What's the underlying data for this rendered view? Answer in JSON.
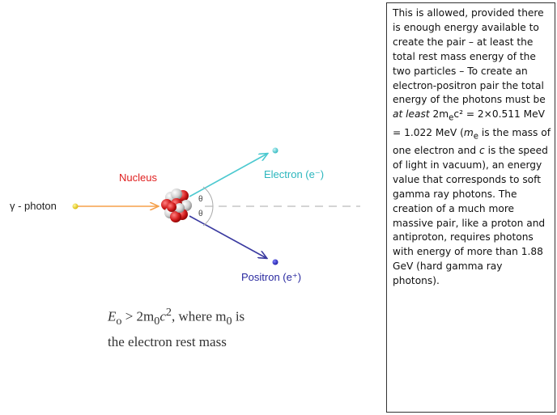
{
  "diagram": {
    "photon_label": "γ - photon",
    "nucleus_label": "Nucleus",
    "electron_label": "Electron (e⁻)",
    "positron_label": "Positron (e⁺)",
    "angle_label": "θ",
    "colors": {
      "photon": "#f5a04a",
      "photon_dot": "#e8d000",
      "electron": "#4cc9d0",
      "positron": "#3a3aa0",
      "nucleus_label": "#e02020",
      "electron_label": "#2bb6bd",
      "positron_label": "#2a2aa0",
      "proton": "#d21e1e",
      "neutron": "#d8d8d8"
    }
  },
  "formula": {
    "line1_lhs": "E",
    "line1_sub": "o",
    "line1_mid": " > 2m",
    "line1_sub2": "0",
    "line1_c": "c",
    "line1_sup": "2",
    "line1_tail": ", where m",
    "line1_sub3": "0",
    "line1_end": " is",
    "line2": "the electron rest mass"
  },
  "textbox": {
    "p1": "This is allowed, provided there is enough energy available to create the pair – at least the total rest mass energy of the two particles – To create an electron-positron pair the total energy of the photons must be ",
    "p1_italic": "at least",
    "p2": " 2m",
    "p2_sub": "e",
    "p2b": "c² = 2×0.511 MeV = 1.022 MeV (",
    "p2_m": "m",
    "p2_m_sub": "e",
    "p3": " is the mass of one electron and ",
    "p3_c": "c",
    "p4": " is the speed of light in vacuum), an energy value that corresponds to soft gamma ray photons. The creation of a much more massive pair, like a proton and antiproton, requires photons with energy of more than 1.88 GeV (hard gamma ray photons)."
  }
}
